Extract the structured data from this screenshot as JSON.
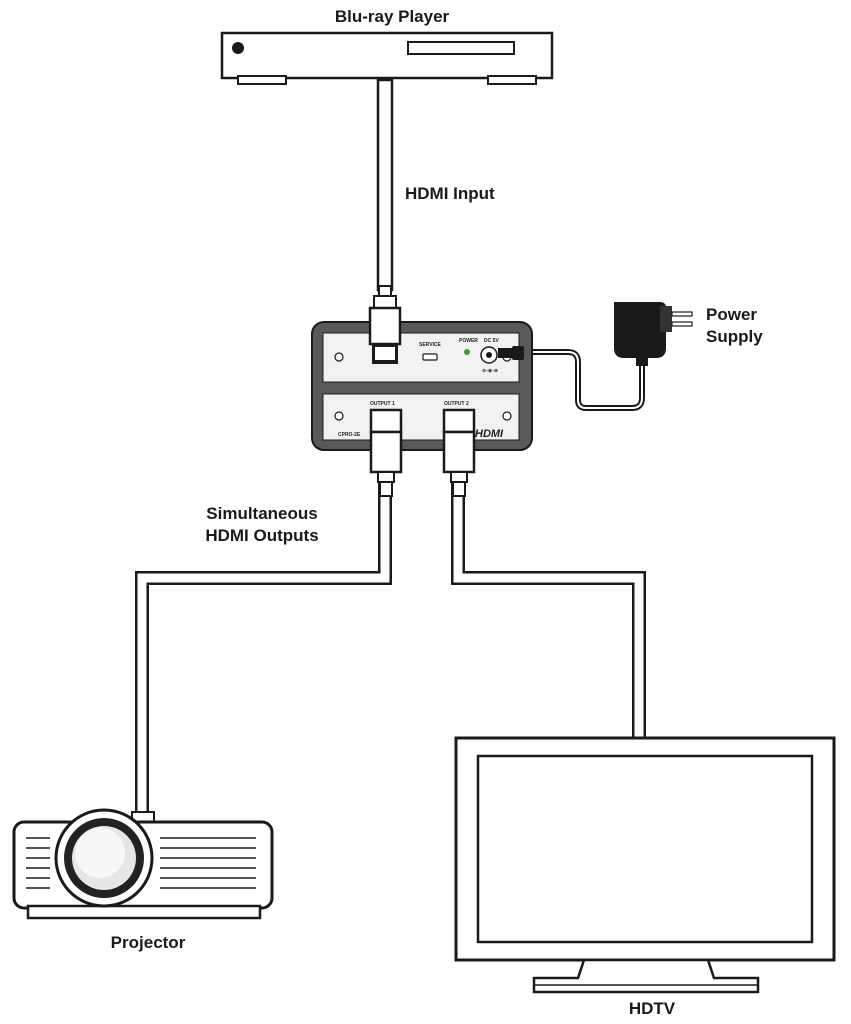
{
  "labels": {
    "source": "Blu-ray Player",
    "input": "HDMI Input",
    "power_line1": "Power",
    "power_line2": "Supply",
    "outputs_line1": "Simultaneous",
    "outputs_line2": "HDMI Outputs",
    "projector": "Projector",
    "hdtv": "HDTV"
  },
  "device": {
    "service": "SERVICE",
    "power": "POWER",
    "dc": "DC 5V",
    "output1": "OUTPUT 1",
    "output2": "OUTPUT 2",
    "model": "CPRO-2E",
    "logo": "HDMI"
  },
  "colors": {
    "line": "#1a1a1a",
    "device_body": "#58595b",
    "panel": "#f2f2f2",
    "led": "#2e9e3e"
  }
}
